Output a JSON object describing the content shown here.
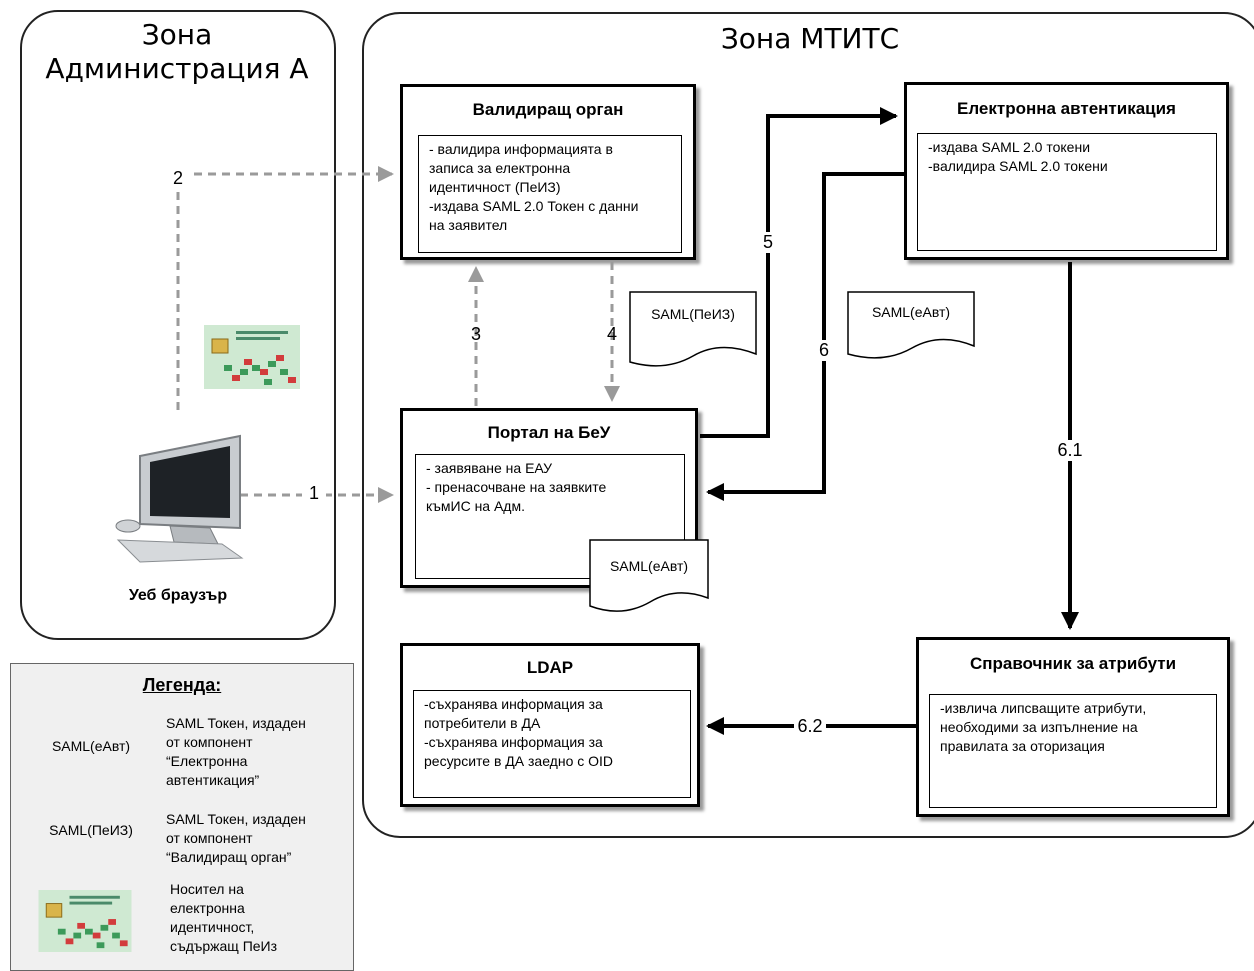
{
  "zones": {
    "admin_title": "Зона Администрация А",
    "mtits_title": "Зона МТИТС"
  },
  "components": {
    "validator": {
      "title": "Валидиращ орган",
      "lines": [
        "- валидира информацията в",
        "записа за електронна",
        "идентичност (ПеИЗ)",
        "-издава SAML 2.0 Токен с данни",
        "на заявител"
      ]
    },
    "eauth": {
      "title": "Електронна автентикация",
      "lines": [
        "-издава SAML 2.0 токени",
        "-валидира SAML 2.0 токени"
      ]
    },
    "portal": {
      "title": "Портал на БеУ",
      "lines": [
        "- заявяване на ЕАУ",
        "- пренасочване на заявките",
        "къмИС на Адм."
      ]
    },
    "ldap": {
      "title": "LDAP",
      "lines": [
        "-съхранява информация за",
        "потребители в ДА",
        "-съхранява информация за",
        "ресурсите в ДА заедно с OID"
      ]
    },
    "attrs": {
      "title": "Справочник за атрибути",
      "lines": [
        "-извлича липсващите атрибути,",
        "необходими за изпълнение на",
        "правилата за оторизация"
      ]
    }
  },
  "documents": {
    "peiz_token": "SAML(ПеИЗ)",
    "eavt_token": "SAML(еАвт)",
    "portal_token": "SAML(еАвт)"
  },
  "browser_label": "Уеб браузър",
  "flows": [
    "1",
    "2",
    "3",
    "4",
    "5",
    "6",
    "6.1",
    "6.2"
  ],
  "legend": {
    "title": "Легенда:",
    "doc1_label": "SAML(еАвт)",
    "doc1_lines": [
      "SAML Токен, издаден",
      "от компонент",
      "“Електронна",
      "автентикация”"
    ],
    "doc2_label": "SAML(ПеИЗ)",
    "doc2_lines": [
      "SAML Токен, издаден",
      "от компонент",
      "“Валидиращ орган”"
    ],
    "card_lines": [
      "Носител на",
      "електронна",
      "идентичност,",
      "съдържащ ПеИз"
    ]
  },
  "colors": {
    "dashed_arrow": "#9a9a9a",
    "solid_arrow": "#000000",
    "legend_bg": "#f0f0f0",
    "shadow": "#9a9a9a"
  }
}
